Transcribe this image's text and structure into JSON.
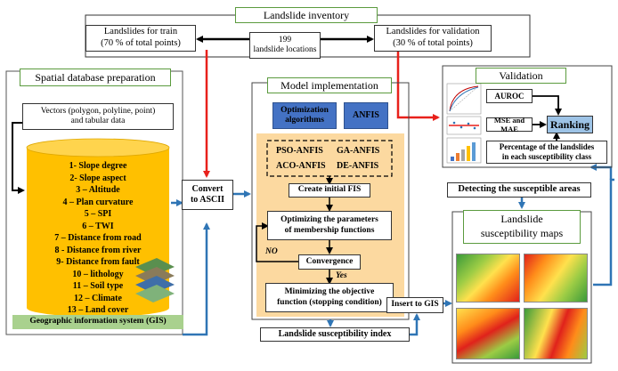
{
  "inventory": {
    "title": "Landslide inventory",
    "train": "Landslides for train\n(70 % of total points)",
    "locations": "199\nlandslide locations",
    "validation": "Landslides for validation\n(30 % of total points)"
  },
  "spatial": {
    "title": "Spatial database preparation",
    "vectors": "Vectors (polygon, polyline, point)\nand tabular data",
    "factors": [
      "1- Slope degree",
      "2- Slope aspect",
      "3 – Altitude",
      "4 – Plan curvature",
      "5 – SPI",
      "6 – TWI",
      "7 – Distance from road",
      "8 - Distance from river",
      "9- Distance from fault",
      "10 – lithology",
      "11 – Soil type",
      "12 – Climate",
      "13 – Land cover"
    ],
    "gis": "Geographic information system (GIS)"
  },
  "convert": "Convert\nto ASCII",
  "model": {
    "title": "Model implementation",
    "optimization": "Optimization\nalgorithms",
    "anfis": "ANFIS",
    "variants": [
      "PSO-ANFIS",
      "GA-ANFIS",
      "ACO-ANFIS",
      "DE-ANFIS"
    ],
    "create_fis": "Create initial FIS",
    "optimizing": "Optimizing the parameters\nof membership functions",
    "convergence": "Convergence",
    "no": "NO",
    "yes": "Yes",
    "minimizing": "Minimizing the objective\nfunction (stopping condition)"
  },
  "lsi": "Landslide susceptibility index",
  "insert_gis": "Insert to GIS",
  "validation": {
    "title": "Validation",
    "auroc": "AUROC",
    "mse": "MSE and MAE",
    "ranking": "Ranking",
    "percentage": "Percentage of the landslides\nin each susceptibility class"
  },
  "detecting": "Detecting the susceptible areas",
  "maps": {
    "title": "Landslide\nsusceptibility maps"
  },
  "colors": {
    "blue_arrow": "#2f75b5",
    "red_arrow": "#e8211b",
    "cylinder": "#ffc000",
    "model_panel": "#fcd9a0",
    "algo_box": "#4472c4",
    "ranking_box": "#9dc3e6",
    "gis_bar": "#a9d18e"
  }
}
